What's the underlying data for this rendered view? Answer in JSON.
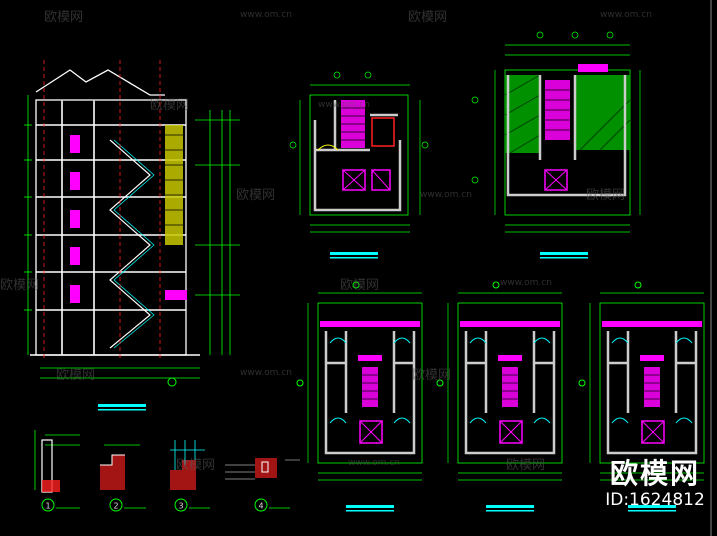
{
  "watermark": {
    "brand_text": "欧模网",
    "url_text": "www.om.cn"
  },
  "brand_badge": {
    "name": "欧模网",
    "id": "ID:1624812"
  },
  "detail_labels": [
    "1",
    "2",
    "3",
    "4"
  ],
  "colors": {
    "background": "#000000",
    "green": "#00ff00",
    "magenta": "#ff00ff",
    "cyan": "#00ffff",
    "yellow": "#ffff00",
    "red": "#ff2020",
    "white": "#ffffff"
  }
}
